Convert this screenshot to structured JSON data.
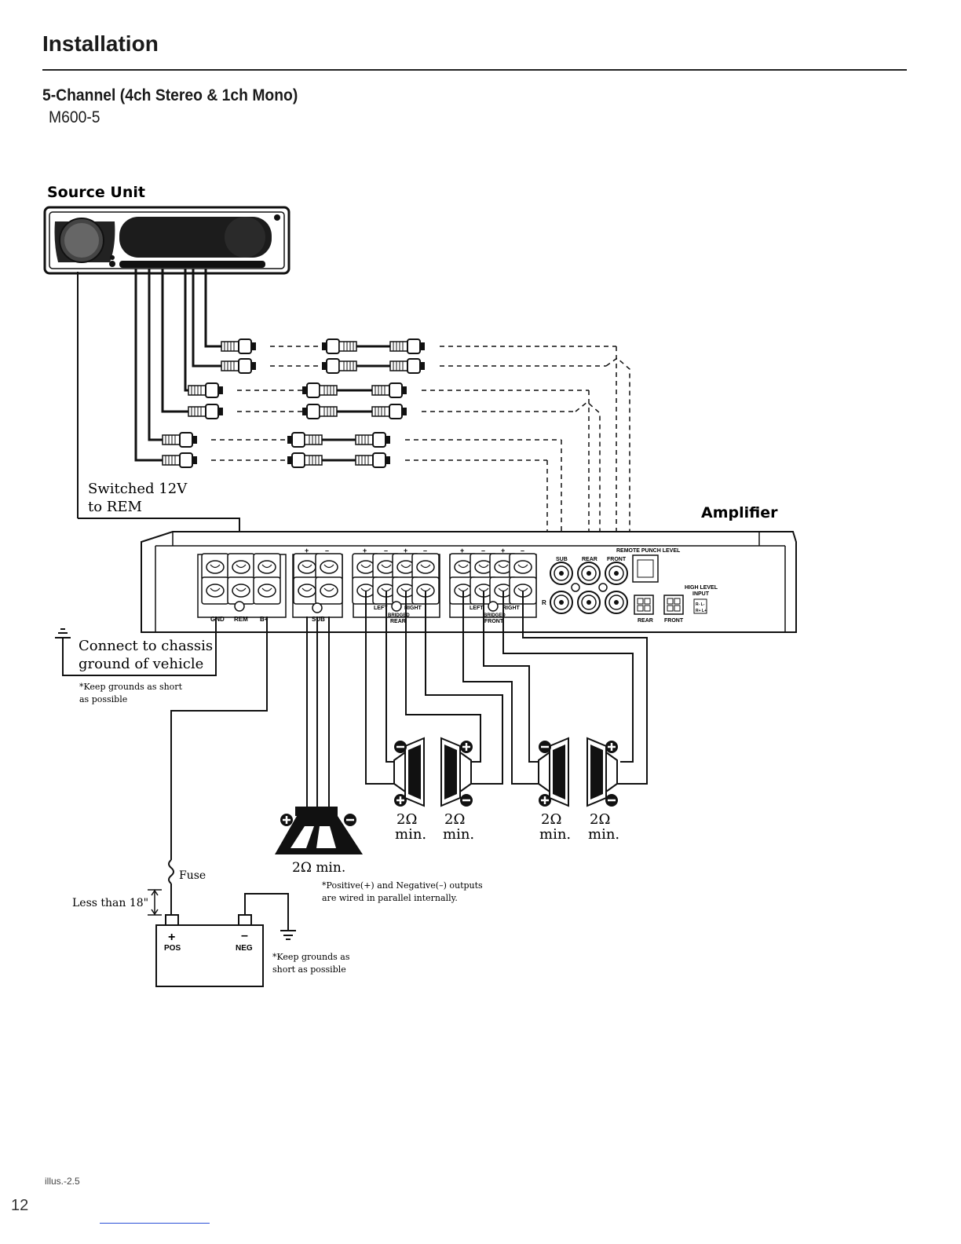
{
  "page": {
    "title": "Installation",
    "subtitle": "5-Channel (4ch Stereo & 1ch Mono)",
    "model": "M600-5",
    "illus_ref": "illus.-2.5",
    "page_number": "12"
  },
  "diagram": {
    "source_unit_label": "Source Unit",
    "amplifier_label": "Amplifier",
    "switched_label_line1": "Switched 12V",
    "switched_label_line2": "to REM",
    "chassis_label_line1": "Connect to chassis",
    "chassis_label_line2": "ground of vehicle",
    "ground_note_1_line1": "*Keep grounds as short",
    "ground_note_1_line2": "as possible",
    "ground_note_2_line1": "*Keep grounds as",
    "ground_note_2_line2": "short as possible",
    "fuse_label": "Fuse",
    "distance_label": "Less than 18\"",
    "battery_pos_symbol": "+",
    "battery_pos_label": "POS",
    "battery_neg_symbol": "–",
    "battery_neg_label": "NEG",
    "sub_impedance": "2Ω min.",
    "parallel_note_line1": "*Positive(+) and Negative(–) outputs",
    "parallel_note_line2": "are wired in parallel internally.",
    "speaker_impedance": "2Ω",
    "speaker_min": "min.",
    "amp_terminals": {
      "gnd": "GND",
      "rem": "REM",
      "bplus": "B+",
      "sub": "SUB",
      "left": "LEFT",
      "right": "RIGHT",
      "bridged": "BRIDGED",
      "rear": "REAR",
      "front": "FRONT",
      "plus": "+",
      "minus": "–"
    },
    "amp_inputs": {
      "sub": "SUB",
      "rear": "REAR",
      "front": "FRONT",
      "r": "R",
      "remote_punch": "REMOTE PUNCH LEVEL",
      "high_level_1": "HIGH LEVEL",
      "high_level_2": "INPUT",
      "hl_rear": "REAR",
      "hl_front": "FRONT",
      "hl_pins_1": "R- L-",
      "hl_pins_2": "R+ L+"
    }
  }
}
